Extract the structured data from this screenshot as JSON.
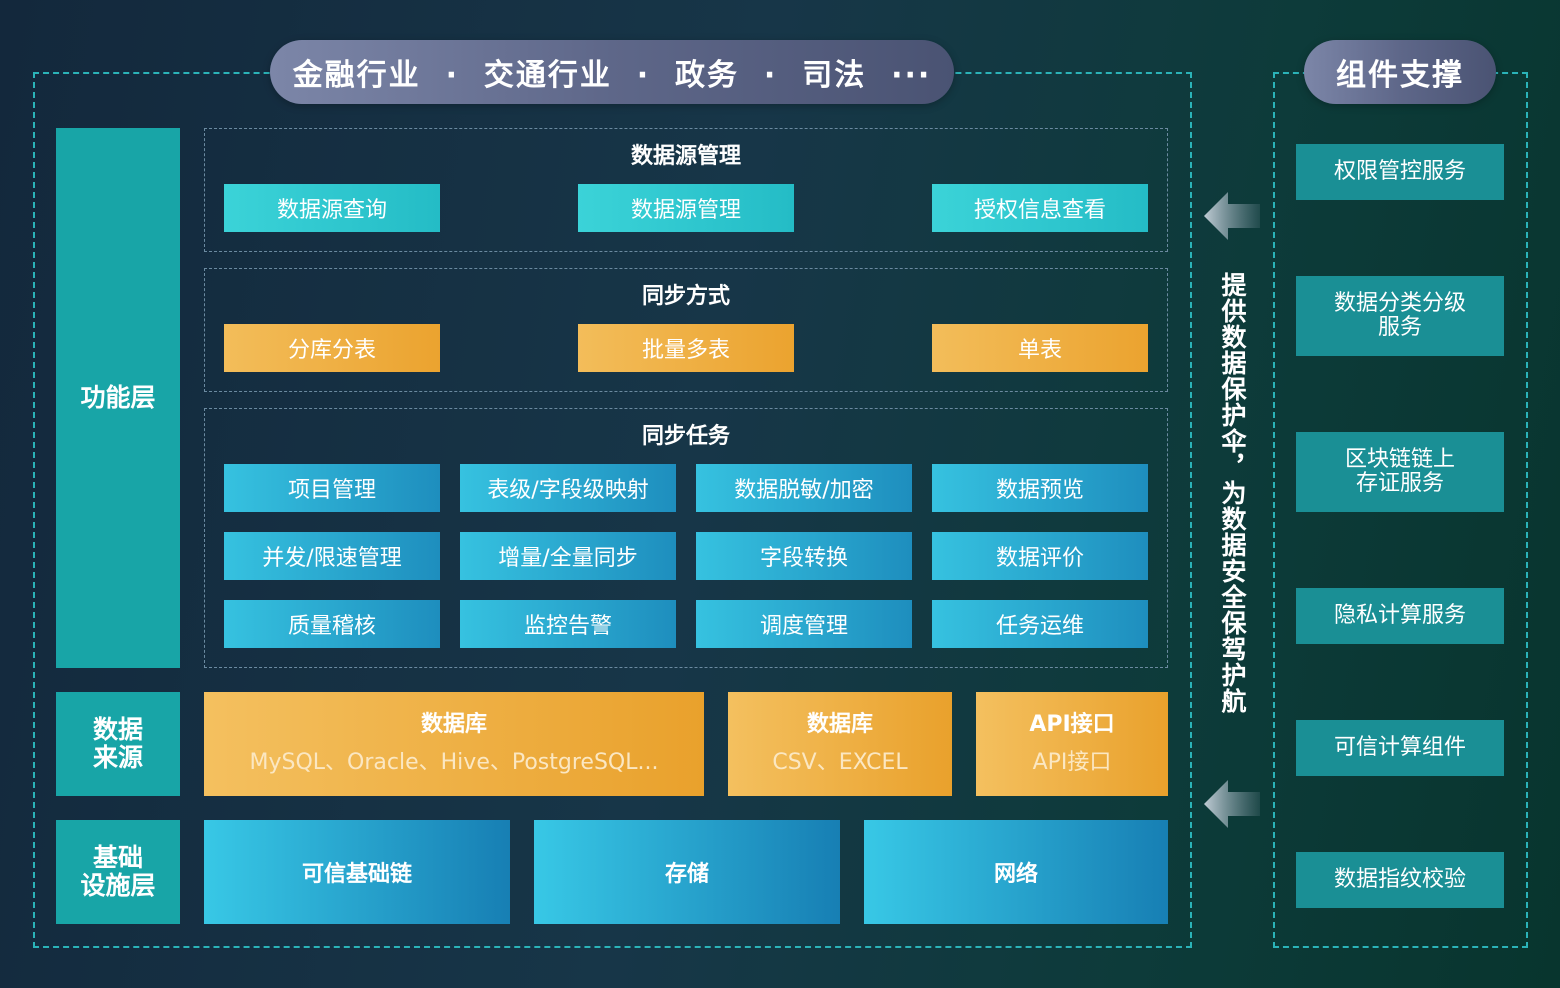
{
  "header": {
    "industries_label": "金融行业  ·  交通行业  ·  政务  ·  司法  ···",
    "components_label": "组件支撑"
  },
  "layers": {
    "function": "功能层",
    "data_source": "数据\n来源",
    "infrastructure": "基础\n设施层"
  },
  "sections": {
    "datasource_mgmt": {
      "title": "数据源管理",
      "items": [
        "数据源查询",
        "数据源管理",
        "授权信息查看"
      ]
    },
    "sync_mode": {
      "title": "同步方式",
      "items": [
        "分库分表",
        "批量多表",
        "单表"
      ]
    },
    "sync_task": {
      "title": "同步任务",
      "items": [
        "项目管理",
        "表级/字段级映射",
        "数据脱敏/加密",
        "数据预览",
        "并发/限速管理",
        "增量/全量同步",
        "字段转换",
        "数据评价",
        "质量稽核",
        "监控告警",
        "调度管理",
        "任务运维"
      ]
    }
  },
  "data_sources": [
    {
      "title": "数据库",
      "sub": "MySQL、Oracle、Hive、PostgreSQL..."
    },
    {
      "title": "数据库",
      "sub": "CSV、EXCEL"
    },
    {
      "title": "API接口",
      "sub": "API接口"
    }
  ],
  "infrastructure": [
    "可信基础链",
    "存储",
    "网络"
  ],
  "vertical_text": "提供数据保护伞，为数据安全保驾护航",
  "services": [
    "权限管控服务",
    "数据分类分级\n服务",
    "区块链链上\n存证服务",
    "隐私计算服务",
    "可信计算组件",
    "数据指纹校验"
  ],
  "colors": {
    "teal": "#18a5a7",
    "cyan": "#2cc6cf",
    "orange": "#eda934",
    "blue": "#1e8ebe",
    "service": "#1a8f95",
    "pill": "#5e6789"
  },
  "icons": {
    "arrow": "left-arrow-icon"
  }
}
